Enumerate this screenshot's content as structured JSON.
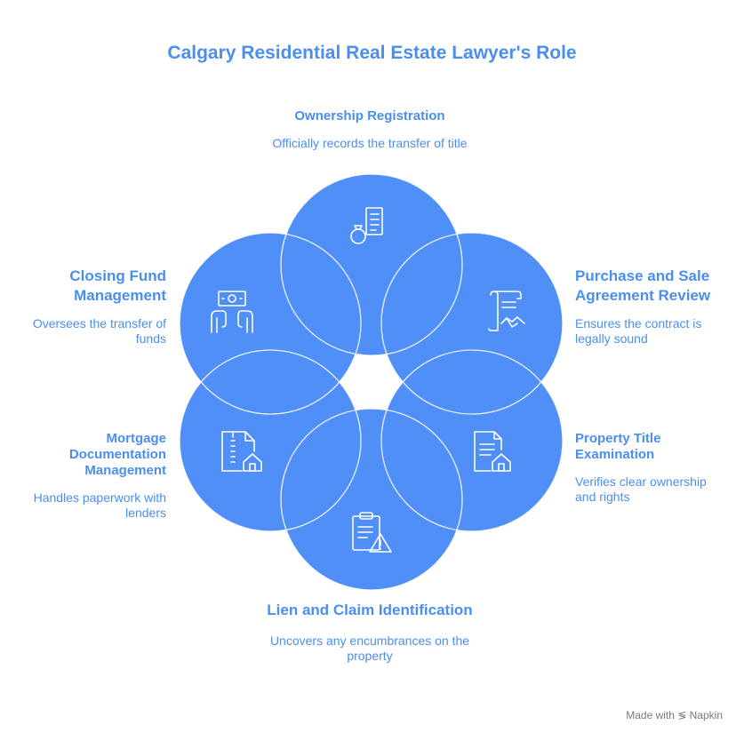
{
  "title": "Calgary Residential Real Estate Lawyer's Role",
  "nodes": [
    {
      "id": "top",
      "heading": "Ownership Registration",
      "description": "Officially records the transfer of title",
      "icon": "ring-document-icon"
    },
    {
      "id": "top-right",
      "heading": "Purchase and Sale Agreement Review",
      "description": "Ensures the contract is legally sound",
      "icon": "handshake-contract-icon"
    },
    {
      "id": "bottom-right",
      "heading": "Property Title Examination",
      "description": "Verifies clear ownership and rights",
      "icon": "house-document-icon"
    },
    {
      "id": "bottom",
      "heading": "Lien and Claim Identification",
      "description": "Uncovers any encumbrances on the property",
      "icon": "clipboard-warning-icon"
    },
    {
      "id": "bottom-left",
      "heading": "Mortgage Documentation Management",
      "description": "Handles paperwork with lenders",
      "icon": "mortgage-document-icon"
    },
    {
      "id": "top-left",
      "heading": "Closing Fund Management",
      "description": "Oversees the transfer of funds",
      "icon": "money-exchange-icon"
    }
  ],
  "colors": {
    "circle_fill": "#4f8ff7",
    "accent": "#4a8ff0",
    "overlap_line": "#ffffff"
  },
  "watermark": "Made with ≶ Napkin"
}
